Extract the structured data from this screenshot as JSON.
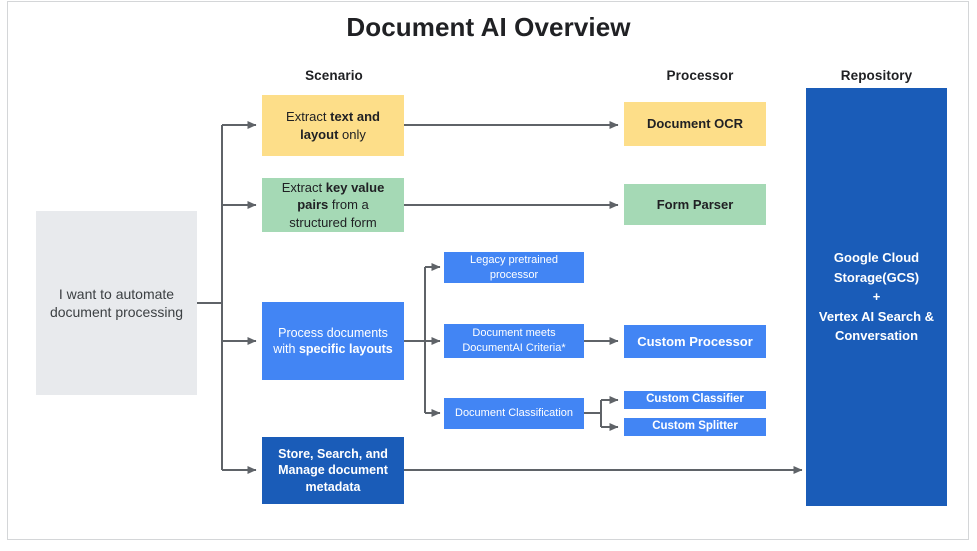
{
  "title": "Document AI Overview",
  "columns": [
    {
      "id": "scenario",
      "label": "Scenario"
    },
    {
      "id": "processor",
      "label": "Processor"
    },
    {
      "id": "repository",
      "label": "Repository"
    }
  ],
  "input_node": {
    "label": "I want to automate document processing",
    "color": "#e8eaed"
  },
  "scenarios": [
    {
      "id": "text-and-layout",
      "parts": [
        {
          "text": "Extract ",
          "bold": false
        },
        {
          "text": "text and layout",
          "bold": true
        },
        {
          "text": " only",
          "bold": false
        }
      ],
      "plain": "Extract text and layout only",
      "color": "#fdde89"
    },
    {
      "id": "key-value-pairs",
      "parts": [
        {
          "text": "Extract ",
          "bold": false
        },
        {
          "text": "key value pairs",
          "bold": true
        },
        {
          "text": " from a structured form",
          "bold": false
        }
      ],
      "plain": "Extract key value pairs from a structured form",
      "color": "#a5d9b5"
    },
    {
      "id": "specific-layouts",
      "parts": [
        {
          "text": "Process documents with ",
          "bold": false
        },
        {
          "text": "specific layouts",
          "bold": true
        }
      ],
      "plain": "Process documents with specific layouts",
      "color": "#4285f4"
    },
    {
      "id": "store-search-manage",
      "parts": [
        {
          "text": "Store, Search, and Manage",
          "bold": true
        },
        {
          "text": " document metadata",
          "bold": false
        }
      ],
      "plain": "Store, Search, and Manage document metadata",
      "color": "#1a5cb8"
    }
  ],
  "decisions": [
    {
      "id": "legacy-pretrained",
      "label": "Legacy pretrained processor",
      "color": "#4285f4"
    },
    {
      "id": "meets-criteria",
      "label": "Document meets DocumentAI Criteria*",
      "color": "#4285f4"
    },
    {
      "id": "doc-classification",
      "label": "Document Classification",
      "color": "#4285f4"
    }
  ],
  "processors": [
    {
      "id": "document-ocr",
      "label": "Document OCR",
      "color": "#fdde89"
    },
    {
      "id": "form-parser",
      "label": "Form Parser",
      "color": "#a5d9b5"
    },
    {
      "id": "custom-processor",
      "label": "Custom Processor",
      "color": "#4285f4"
    },
    {
      "id": "custom-classifier",
      "label": "Custom Classifier",
      "color": "#4285f4"
    },
    {
      "id": "custom-splitter",
      "label": "Custom Splitter",
      "color": "#4285f4"
    }
  ],
  "repository": {
    "id": "gcs-vertex",
    "lines": [
      "Google Cloud Storage(GCS)",
      "+",
      "Vertex AI Search & Conversation"
    ],
    "plain": "Google Cloud Storage(GCS) + Vertex AI Search & Conversation",
    "color": "#1a5cb8"
  },
  "connector_color": "#5f6368"
}
